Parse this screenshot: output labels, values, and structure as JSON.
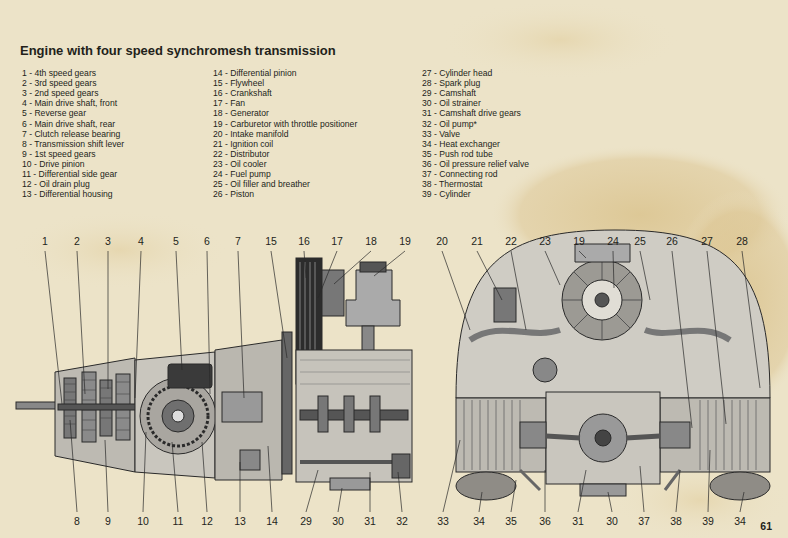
{
  "diagram": {
    "title": "Engine with four speed synchromesh transmission",
    "labels": [
      "1 - 4th speed gears",
      "2 - 3rd speed gears",
      "3 - 2nd speed gears",
      "4 - Main drive shaft, front",
      "5 - Reverse gear",
      "6 - Main drive shaft, rear",
      "7 - Clutch release bearing",
      "8 - Transmission shift lever",
      "9 - 1st speed gears",
      "10 - Drive pinion",
      "11 - Differential side gear",
      "12 - Oil drain plug",
      "13 - Differential housing",
      "14 - Differential pinion",
      "15 - Flywheel",
      "16 - Crankshaft",
      "17 - Fan",
      "18 - Generator",
      "19 - Carburetor with throttle positioner",
      "20 - Intake manifold",
      "21 - Ignition coil",
      "22 - Distributor",
      "23 - Oil cooler",
      "24 - Fuel pump",
      "25 - Oil filler and breather",
      "26 - Piston",
      "27 - Cylinder head",
      "28 - Spark plug",
      "29 - Camshaft",
      "30 - Oil strainer",
      "31 - Camshaft drive gears",
      "32 - Oil pump*",
      "33 - Valve",
      "34 - Heat exchanger",
      "35 - Push rod tube",
      "36 - Oil pressure relief valve",
      "37 - Connecting rod",
      "38 - Thermostat",
      "39 - Cylinder",
      "1",
      "2",
      "3",
      "4",
      "5",
      "6",
      "7",
      "15",
      "16",
      "17",
      "18",
      "19",
      "20",
      "21",
      "22",
      "23",
      "19",
      "24",
      "25",
      "26",
      "27",
      "28",
      "8",
      "9",
      "10",
      "11",
      "12",
      "13",
      "14",
      "29",
      "30",
      "31",
      "32",
      "33",
      "34",
      "35",
      "36",
      "31",
      "30",
      "37",
      "38",
      "39",
      "34",
      "61"
    ]
  }
}
